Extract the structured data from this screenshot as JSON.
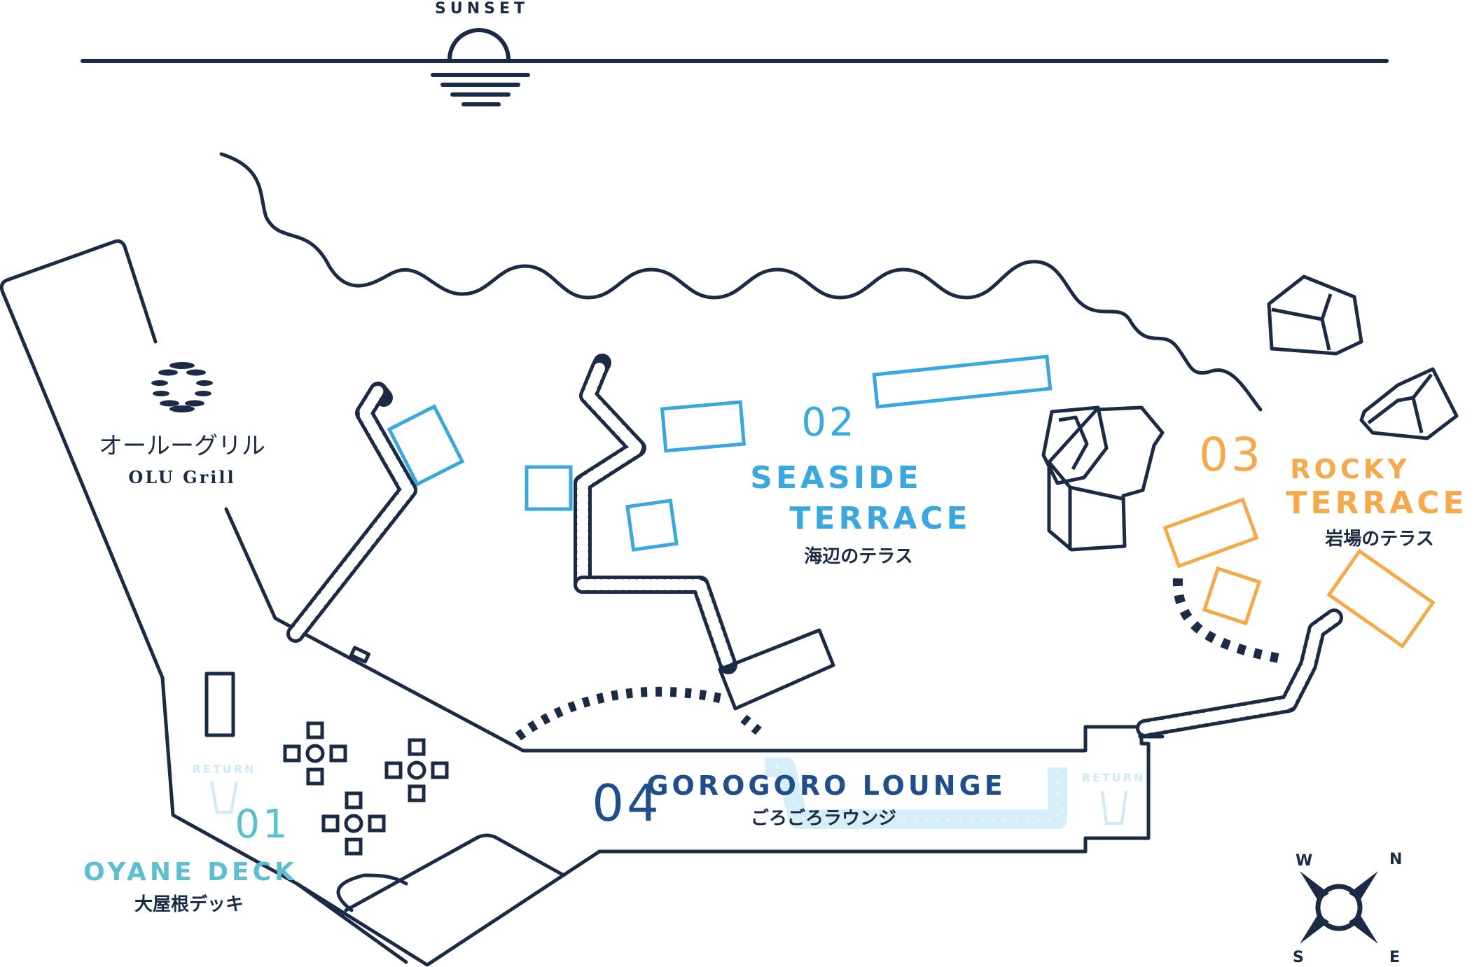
{
  "sunset": {
    "label": "SUNSET"
  },
  "restaurant": {
    "name_jp": "オールーグリル",
    "name_en": "OLU Grill"
  },
  "return_label": "RETURN",
  "areas": [
    {
      "number": "01",
      "title": "OYANE DECK",
      "subtitle": "大屋根デッキ",
      "color": "#5bbfcf"
    },
    {
      "number": "02",
      "title_line1": "SEASIDE",
      "title_line2": "TERRACE",
      "subtitle": "海辺のテラス",
      "color": "#3aa8df"
    },
    {
      "number": "03",
      "title_line1": "ROCKY",
      "title_line2": "TERRACE",
      "subtitle": "岩場のテラス",
      "color": "#f5a94a"
    },
    {
      "number": "04",
      "title": "GOROGORO LOUNGE",
      "subtitle": "ごろごろラウンジ",
      "color": "#1f4e8c"
    }
  ],
  "compass": {
    "north": "N",
    "east": "E",
    "south": "S",
    "west": "W"
  },
  "colors": {
    "outline": "#1c2b45",
    "return": "#cfeaf4",
    "lounge_path": "#d5eef7"
  }
}
